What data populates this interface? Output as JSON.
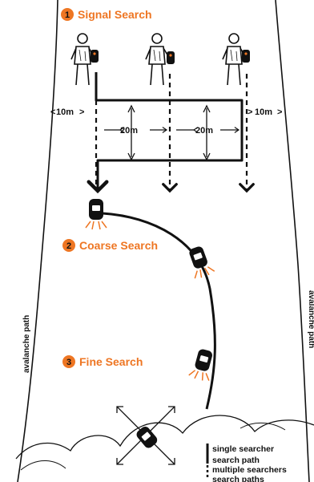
{
  "colors": {
    "accent": "#ee7623",
    "ink": "#111111",
    "paper": "#ffffff"
  },
  "steps": [
    {
      "number": "1",
      "label": "Signal Search"
    },
    {
      "number": "2",
      "label": "Coarse Search"
    },
    {
      "number": "3",
      "label": "Fine Search"
    }
  ],
  "dimensions": {
    "left_margin": "10m",
    "right_margin": "10m",
    "spacing_left": "20m",
    "spacing_right": "20m"
  },
  "slope_labels": {
    "left": "avalanche path",
    "right": "avalanche path"
  },
  "legend": {
    "single": {
      "line1": "single searcher",
      "line2": "search path"
    },
    "multiple": {
      "line1": "multiple searchers",
      "line2": "search paths"
    }
  },
  "icons": [
    "searcher-figure-icon",
    "transceiver-icon",
    "move-arrows-icon"
  ]
}
